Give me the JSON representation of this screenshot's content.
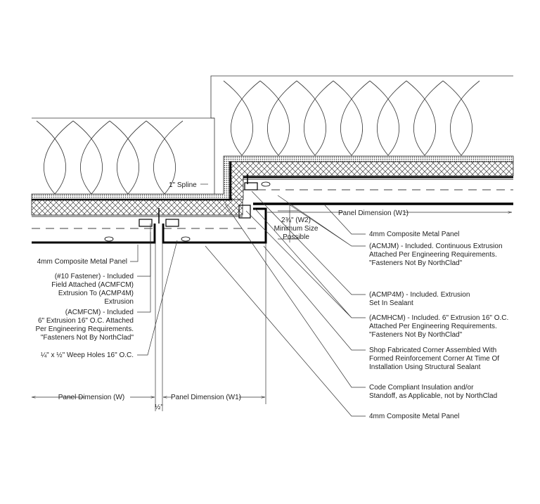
{
  "labels": {
    "spline": "1\" Spline",
    "panel_dim_w1_top": "Panel Dimension (W1)",
    "w2": [
      "2¾\" (W2)",
      "Minimum Size",
      "Possible"
    ],
    "right_panel_top": "4mm Composite Metal Panel",
    "acmjm": [
      "(ACMJM) - Included. Continuous Extrusion",
      "Attached Per Engineering Requirements.",
      "\"Fasteners Not By NorthClad\""
    ],
    "acmp4m": [
      "(ACMP4M) - Included. Extrusion",
      "Set In Sealant"
    ],
    "acmhcm": [
      "(ACMHCM) - Included. 6\" Extrusion 16\" O.C.",
      "Attached Per Engineering Requirements.",
      "\"Fasteners Not By NorthClad\""
    ],
    "shop": [
      "Shop Fabricated Corner Assembled With",
      "Formed Reinforcement Corner At Time Of",
      "Installation Using Structural Sealant"
    ],
    "code": [
      "Code Compliant Insulation and/or",
      "Standoff, as Applicable, not by NorthClad"
    ],
    "right_panel_bottom": "4mm Composite Metal Panel",
    "left_panel": "4mm Composite Metal Panel",
    "fastener": [
      "(#10 Fastener) - Included",
      "Field Attached (ACMFCM)",
      "Extrusion To (ACMP4M)",
      "Extrusion"
    ],
    "acmfcm": [
      "(ACMFCM) - Included",
      "6\" Extrusion 16\" O.C. Attached",
      "Per Engineering Requirements.",
      "\"Fasteners Not By NorthClad\""
    ],
    "weep": "¼\" x ½\" Weep Holes 16\" O.C.",
    "panel_dim_w": "Panel Dimension (W)",
    "panel_dim_w1_bottom": "Panel Dimension (W1)",
    "joint": "½\""
  }
}
